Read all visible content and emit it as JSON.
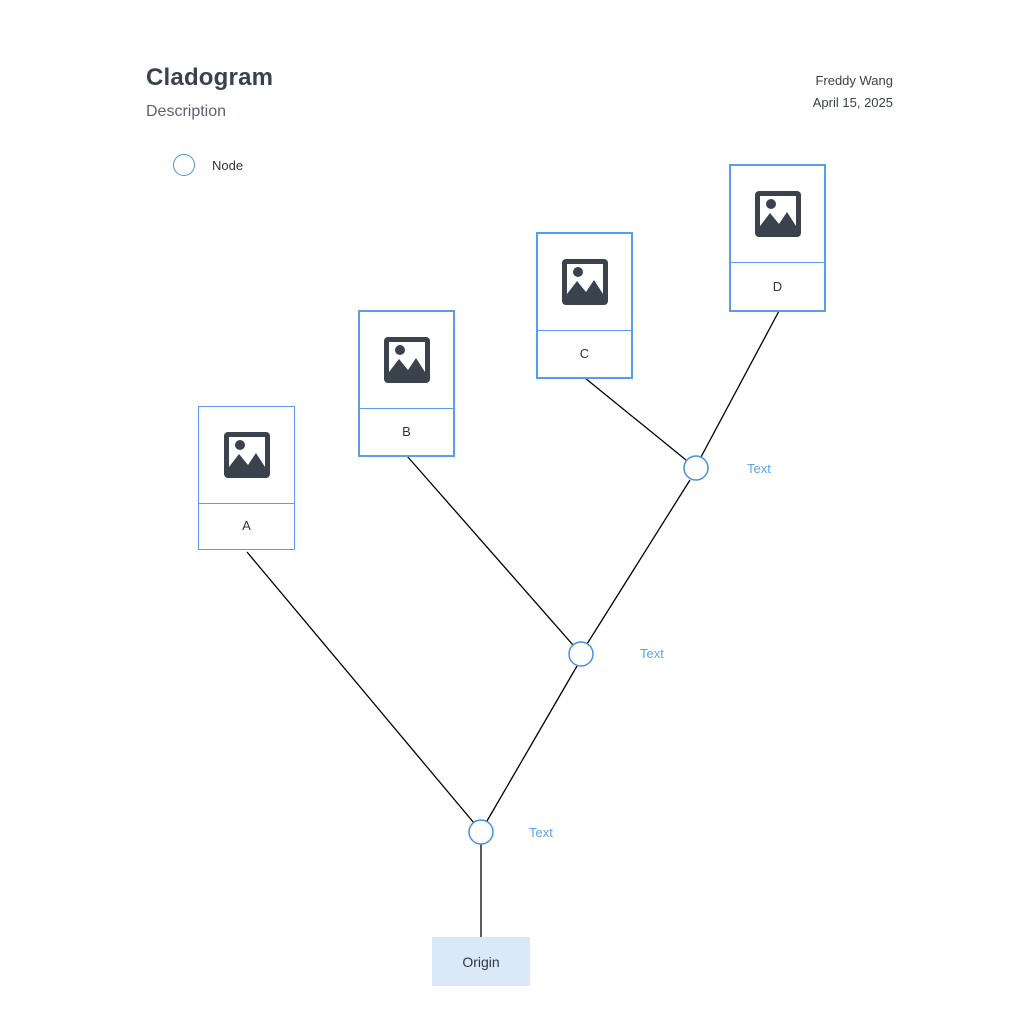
{
  "header": {
    "title": "Cladogram",
    "description": "Description",
    "author": "Freddy Wang",
    "date": "April 15, 2025"
  },
  "legend": {
    "icon": "circle-node-icon",
    "label": "Node"
  },
  "taxa": [
    {
      "label": "A",
      "icon": "image-placeholder-icon"
    },
    {
      "label": "B",
      "icon": "image-placeholder-icon"
    },
    {
      "label": "C",
      "icon": "image-placeholder-icon"
    },
    {
      "label": "D",
      "icon": "image-placeholder-icon"
    }
  ],
  "node_labels": [
    "Text",
    "Text",
    "Text"
  ],
  "origin": {
    "label": "Origin"
  },
  "colors": {
    "accent": "#4a90e2",
    "origin_fill": "#dbe8f8",
    "node_text": "#5ea3ea",
    "icon": "#39424d",
    "branch": "#000000"
  }
}
